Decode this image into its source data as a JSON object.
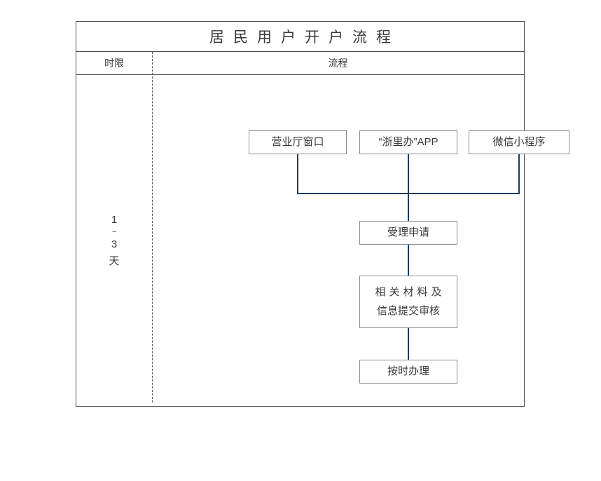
{
  "document": {
    "title": "居民用户开户流程"
  },
  "table": {
    "headers": {
      "time_limit": "时限",
      "flow": "流程"
    },
    "time_limit_value": {
      "min": "1",
      "separator": "~",
      "max": "3",
      "unit": "天"
    }
  },
  "flowchart": {
    "type": "process-flow",
    "entry_nodes": [
      {
        "id": "hall",
        "label": "营业厅窗口"
      },
      {
        "id": "app",
        "label": "“浙里办”APP"
      },
      {
        "id": "wechat",
        "label": "微信小程序"
      }
    ],
    "steps": [
      {
        "id": "accept",
        "label": "受理申请"
      },
      {
        "id": "material",
        "label_line1": "相关材料及",
        "label_line2": "信息提交审核"
      },
      {
        "id": "process",
        "label": "按时办理"
      }
    ],
    "colors": {
      "connector": "#1f3a5f",
      "node_border": "#8a8a8a",
      "table_border": "#4a4a4a",
      "text": "#3a3a3a"
    }
  }
}
